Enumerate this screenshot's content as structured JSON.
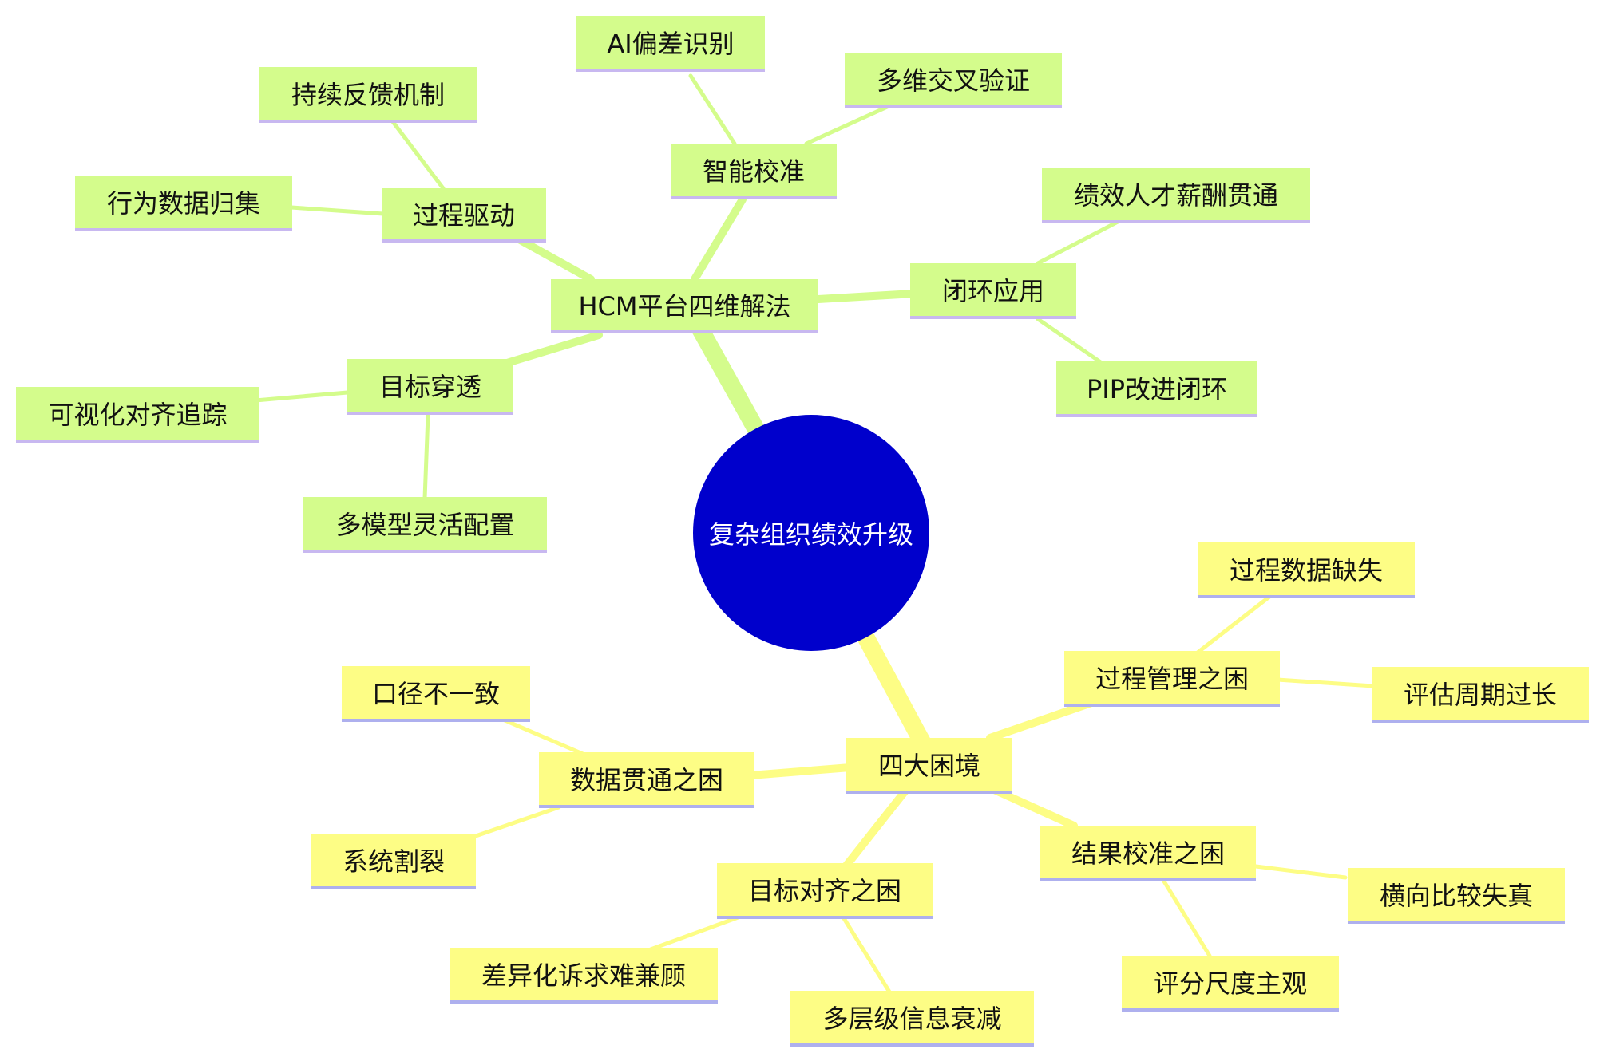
{
  "root": "复杂组织绩效升级",
  "branch_hcm": {
    "label": "HCM平台四维解法",
    "process_driven": {
      "label": "过程驱动",
      "children": [
        "持续反馈机制",
        "行为数据归集"
      ]
    },
    "smart_calibration": {
      "label": "智能校准",
      "children": [
        "AI偏差识别",
        "多维交叉验证"
      ]
    },
    "closed_loop": {
      "label": "闭环应用",
      "children": [
        "绩效人才薪酬贯通",
        "PIP改进闭环"
      ]
    },
    "goal_penetration": {
      "label": "目标穿透",
      "children": [
        "可视化对齐追踪",
        "多模型灵活配置"
      ]
    }
  },
  "branch_dilemmas": {
    "label": "四大困境",
    "process_mgmt": {
      "label": "过程管理之困",
      "children": [
        "过程数据缺失",
        "评估周期过长"
      ]
    },
    "data_integration": {
      "label": "数据贯通之困",
      "children": [
        "口径不一致",
        "系统割裂"
      ]
    },
    "goal_alignment": {
      "label": "目标对齐之困",
      "children": [
        "差异化诉求难兼顾",
        "多层级信息衰减"
      ]
    },
    "result_calibration": {
      "label": "结果校准之困",
      "children": [
        "横向比较失真",
        "评分尺度主观"
      ]
    }
  },
  "colors": {
    "root": "#0000cc",
    "green_node": "#d4fc8c",
    "green_link": "#d4fc8c",
    "yellow_node": "#fdfd85",
    "yellow_link": "#fdfd85"
  }
}
